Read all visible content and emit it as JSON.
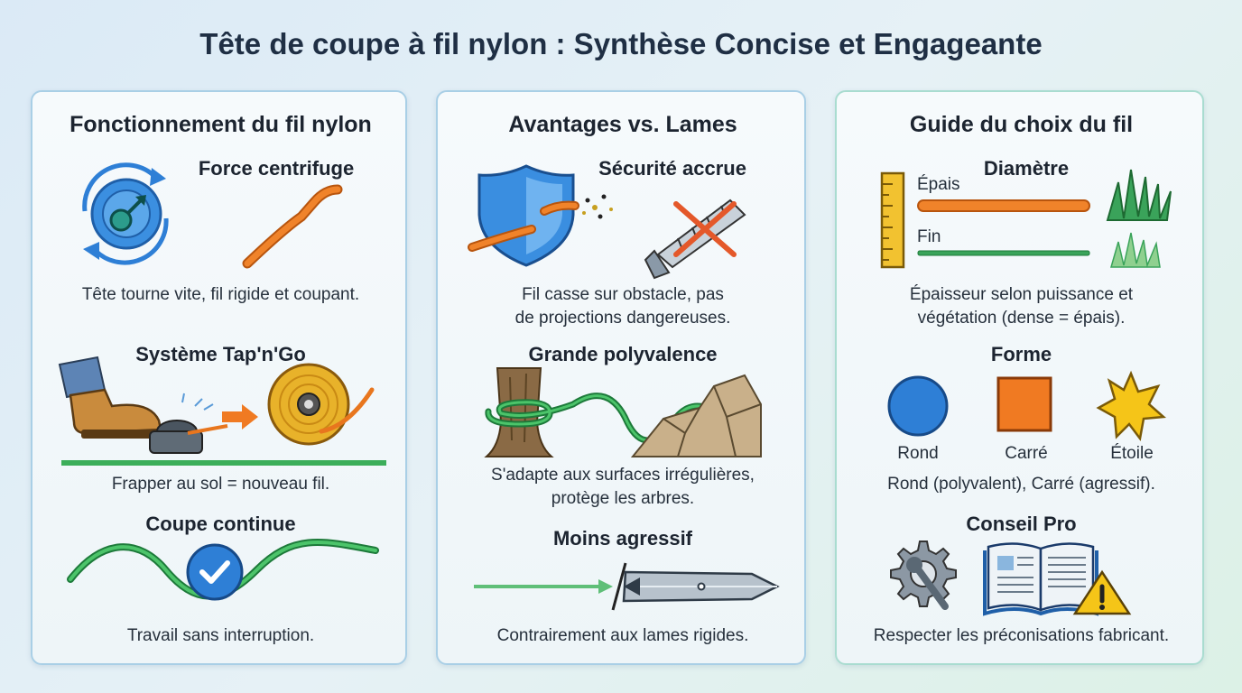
{
  "title": "Tête de coupe à fil nylon : Synthèse Concise et Engageante",
  "columns": [
    {
      "title": "Fonctionnement du fil nylon",
      "sections": [
        {
          "title": "Force centrifuge",
          "description": "Tête tourne vite, fil rigide et coupant."
        },
        {
          "title": "Système Tap'n'Go",
          "description": "Frapper au sol = nouveau fil."
        },
        {
          "title": "Coupe continue",
          "description": "Travail sans interruption."
        }
      ]
    },
    {
      "title": "Avantages vs. Lames",
      "sections": [
        {
          "title": "Sécurité accrue",
          "description_lines": [
            "Fil casse sur obstacle, pas",
            "de projections dangereuses."
          ]
        },
        {
          "title": "Grande polyvalence",
          "description_lines": [
            "S'adapte aux surfaces irrégulières,",
            "protège les arbres."
          ]
        },
        {
          "title": "Moins agressif",
          "description": "Contrairement aux lames rigides."
        }
      ]
    },
    {
      "title": "Guide du choix du fil",
      "diameter": {
        "title": "Diamètre",
        "thick_label": "Épais",
        "thin_label": "Fin",
        "description_lines": [
          "Épaisseur selon puissance et",
          "végétation (dense = épais)."
        ]
      },
      "shape": {
        "title": "Forme",
        "options": [
          "Rond",
          "Carré",
          "Étoile"
        ],
        "description": "Rond (polyvalent), Carré (agressif)."
      },
      "tip": {
        "title": "Conseil Pro",
        "description": "Respecter les préconisations fabricant."
      }
    }
  ],
  "colors": {
    "nylon_orange": "#e8761e",
    "nylon_green": "#3aa35a",
    "blue": "#2e7fd6",
    "star_yellow": "#f5c518",
    "square_orange": "#f07a22",
    "title_dark": "#1f2f44"
  }
}
